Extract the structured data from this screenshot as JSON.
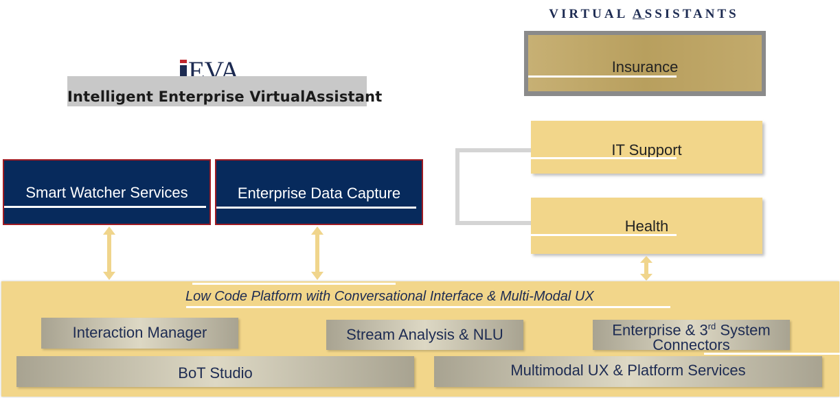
{
  "header": {
    "va_title_pre": "VIRTUAL ",
    "va_title_ul": "A",
    "va_title_post": "SSISTANTS"
  },
  "brand": {
    "logo_text": "EVA",
    "subtitle": "Intelligent Enterprise VirtualAssistant"
  },
  "services": [
    {
      "label": "Smart Watcher Services"
    },
    {
      "label": "Enterprise Data Capture"
    }
  ],
  "assistants": [
    {
      "label": "Insurance"
    },
    {
      "label": "IT Support"
    },
    {
      "label": "Health"
    }
  ],
  "platform": {
    "title": "Low Code Platform with Conversational Interface & Multi-Modal UX",
    "components": {
      "interaction_manager": "Interaction Manager",
      "stream_analysis": "Stream Analysis & NLU",
      "connectors_line1_pre": "Enterprise & 3",
      "connectors_line1_sup": "rd",
      "connectors_line1_post": " System",
      "connectors_line2": "Connectors",
      "bot_studio": "BoT Studio",
      "multimodal": "Multimodal UX & Platform Services"
    }
  },
  "colors": {
    "navy": "#072a5c",
    "gold": "#f2d68a",
    "dark_gold": "#b89f5e",
    "arrow": "#f0d58c",
    "accent_red": "#c0272d"
  }
}
